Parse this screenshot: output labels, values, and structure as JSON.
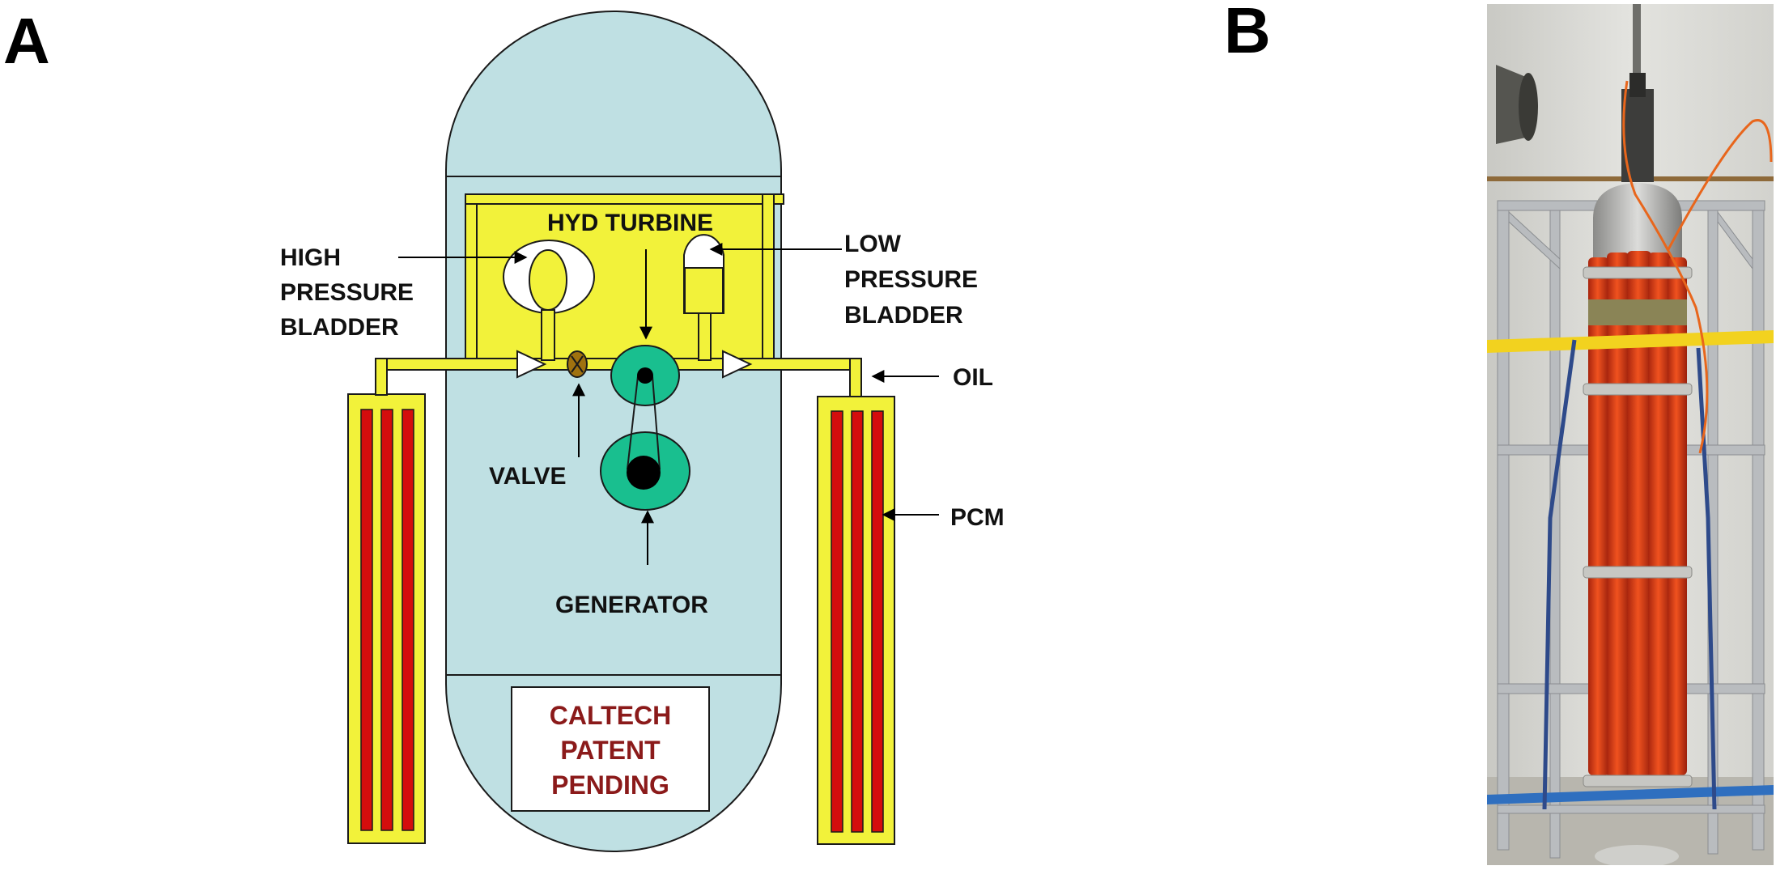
{
  "panels": {
    "a": "A",
    "b": "B"
  },
  "labels": {
    "high_pressure_bladder": [
      "HIGH",
      "PRESSURE",
      "BLADDER"
    ],
    "hyd_turbine": "HYD TURBINE",
    "low_pressure_bladder": [
      "LOW",
      "PRESSURE",
      "BLADDER"
    ],
    "oil": "OIL",
    "valve": "VALVE",
    "pcm": "PCM",
    "generator": "GENERATOR",
    "patent": [
      "CALTECH",
      "PATENT",
      "PENDING"
    ]
  },
  "colors": {
    "vessel": "#bfe0e3",
    "pipe": "#f2f23a",
    "pcm_tube": "#d40d0d",
    "turbine": "#19bf8f",
    "valve": "#a0720f",
    "patent_text": "#8b1a1a",
    "photo_tube": "#e8421c"
  },
  "icons": [
    "flow-arrow-icon",
    "valve-icon",
    "arrow-icon"
  ]
}
